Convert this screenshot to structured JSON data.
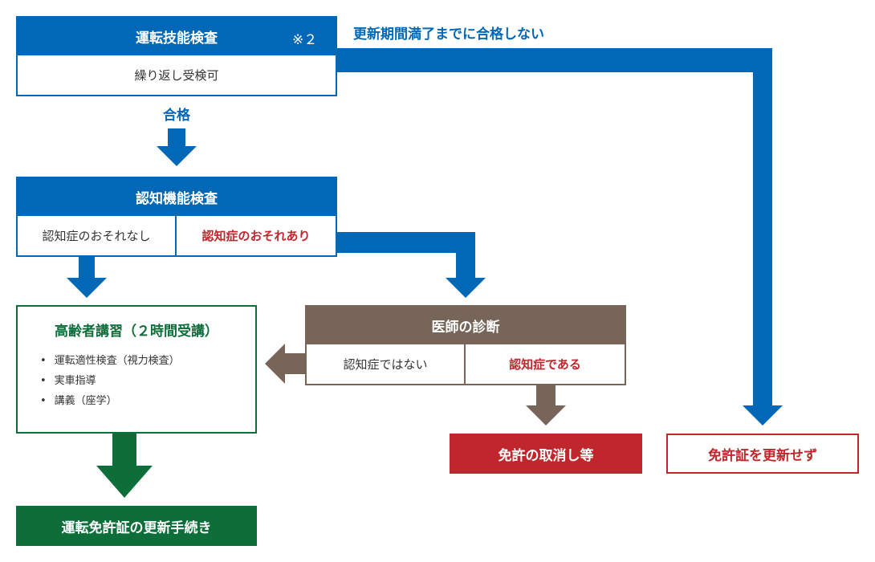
{
  "driving_test": {
    "title": "運転技能検査",
    "note": "※２",
    "sub": "繰り返し受検可"
  },
  "not_passed_label": "更新期間満了までに合格しない",
  "passed_label": "合格",
  "cognitive_test": {
    "title": "認知機能検査",
    "no_risk": "認知症のおそれなし",
    "risk": "認知症のおそれあり"
  },
  "elderly_course": {
    "title": "高齢者講習（２時間受講）",
    "items": [
      "運転適性検査（視力検査）",
      "実車指導",
      "講義（座学）"
    ]
  },
  "doctor": {
    "title": "医師の診断",
    "not_dementia": "認知症ではない",
    "dementia": "認知症である"
  },
  "revoke": "免許の取消し等",
  "no_renewal": "免許証を更新せず",
  "renewal": "運転免許証の更新手続き",
  "colors": {
    "blue": "#0068b7",
    "green": "#0d6e3a",
    "brown": "#766558",
    "red": "#c0272d"
  }
}
